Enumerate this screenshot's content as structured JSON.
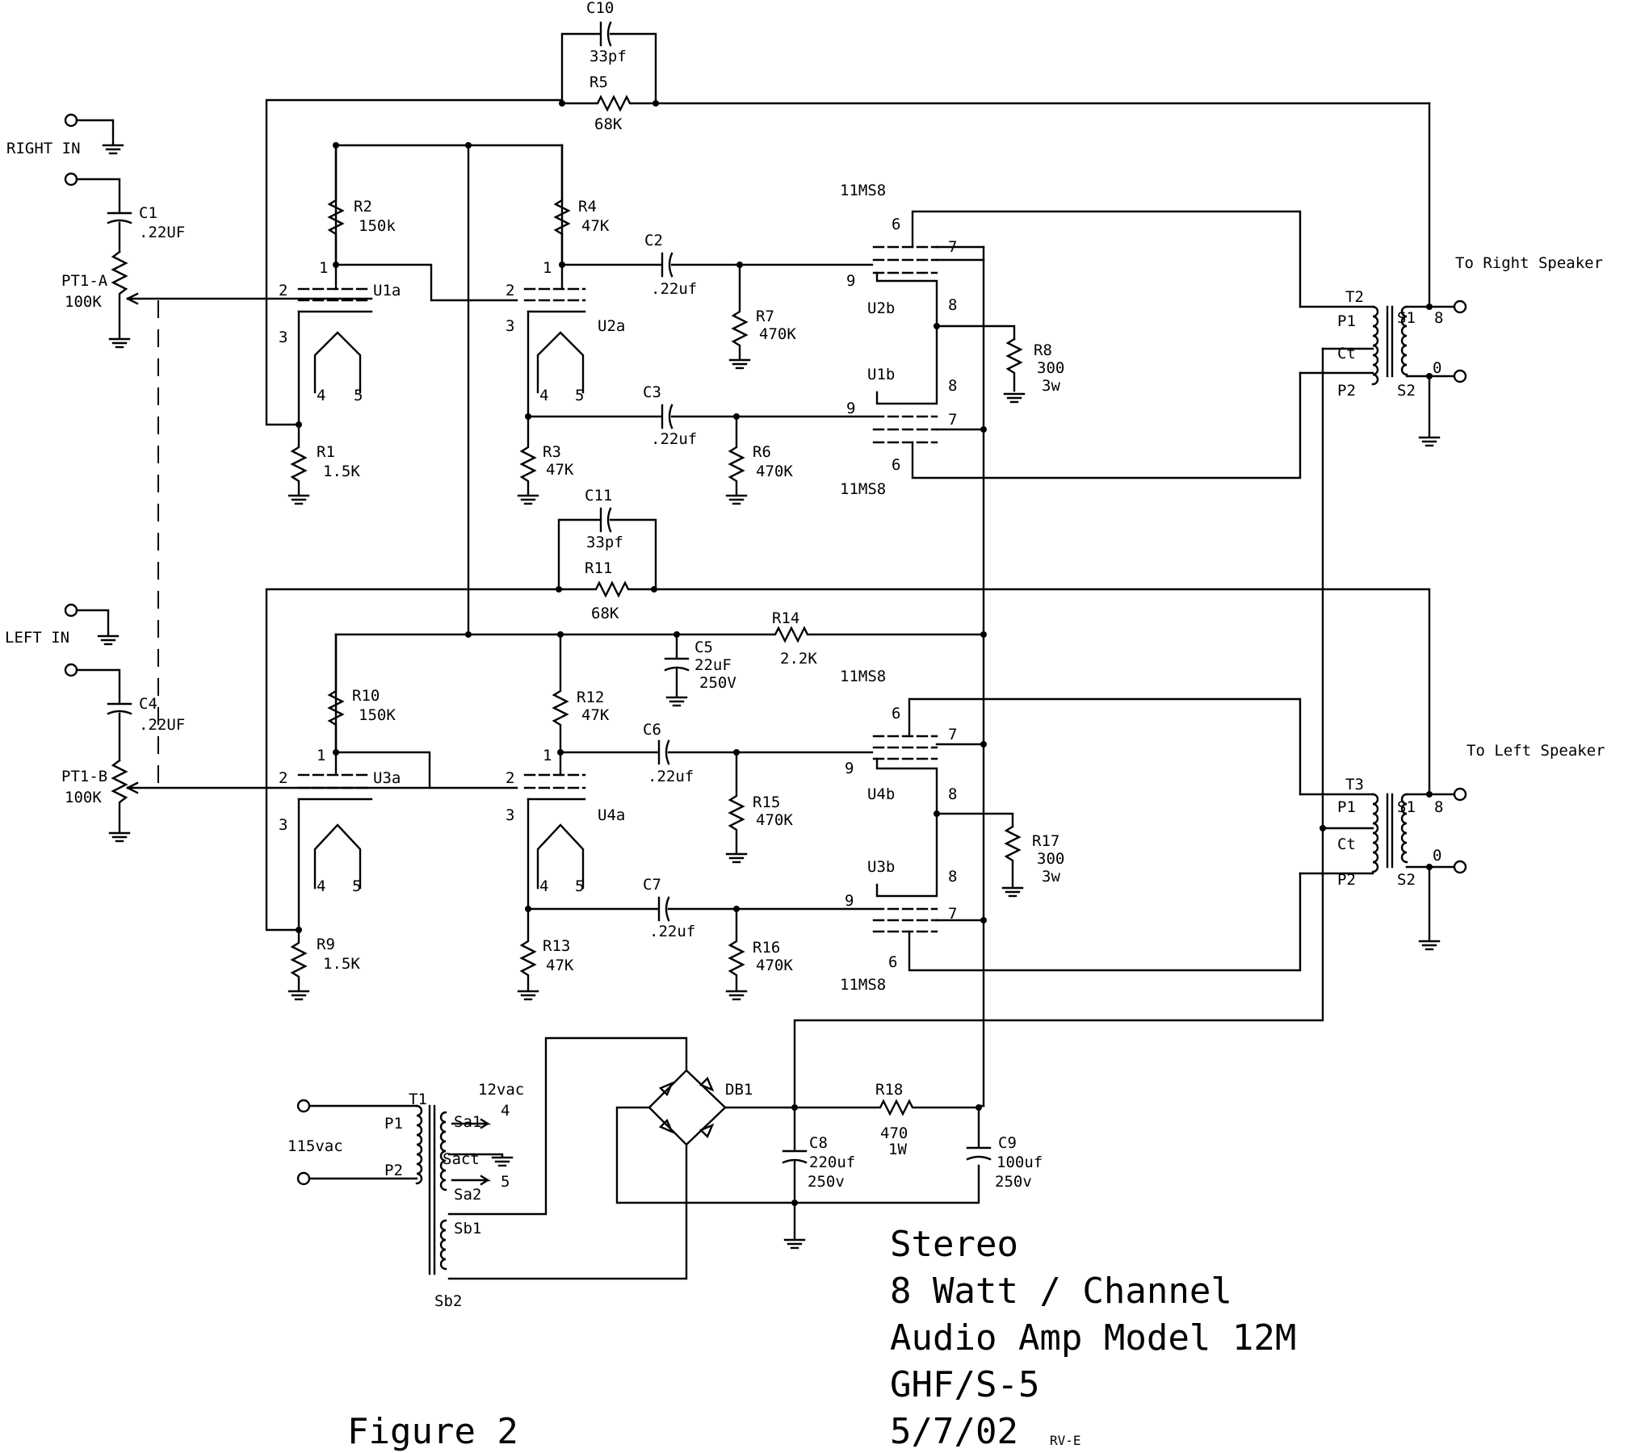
{
  "inputs": {
    "right_in": "RIGHT IN",
    "left_in": "LEFT IN",
    "mains": "115vac"
  },
  "outputs": {
    "right": "To Right Speaker",
    "left": "To Left Speaker"
  },
  "components": {
    "C1": [
      "C1",
      ".22UF"
    ],
    "C4": [
      "C4",
      ".22UF"
    ],
    "PT1A": [
      "PT1-A",
      "100K"
    ],
    "PT1B": [
      "PT1-B",
      "100K"
    ],
    "R1": [
      "R1",
      "1.5K"
    ],
    "R2": [
      "R2",
      "150k"
    ],
    "R3": [
      "R3",
      "47K"
    ],
    "R4": [
      "R4",
      "47K"
    ],
    "R5": [
      "R5",
      "68K"
    ],
    "C10": [
      "C10",
      "33pf"
    ],
    "C2": [
      "C2",
      ".22uf"
    ],
    "C3": [
      "C3",
      ".22uf"
    ],
    "R6": [
      "R6",
      "470K"
    ],
    "R7": [
      "R7",
      "470K"
    ],
    "R8": [
      "R8",
      "300",
      "3w"
    ],
    "R9": [
      "R9",
      "1.5K"
    ],
    "R10": [
      "R10",
      "150K"
    ],
    "R11": [
      "R11",
      "68K"
    ],
    "C11": [
      "C11",
      "33pf"
    ],
    "R12": [
      "R12",
      "47K"
    ],
    "R13": [
      "R13",
      "47K"
    ],
    "R14": [
      "R14",
      "2.2K"
    ],
    "C5": [
      "C5",
      "22uF",
      "250V"
    ],
    "C6": [
      "C6",
      ".22uf"
    ],
    "C7": [
      "C7",
      ".22uf"
    ],
    "R15": [
      "R15",
      "470K"
    ],
    "R16": [
      "R16",
      "470K"
    ],
    "R17": [
      "R17",
      "300",
      "3w"
    ],
    "R18": [
      "R18",
      "470",
      "1W"
    ],
    "C8": [
      "C8",
      "220uf",
      "250v"
    ],
    "C9": [
      "C9",
      "100uf",
      "250v"
    ],
    "DB1": [
      "DB1"
    ],
    "T1": [
      "T1"
    ],
    "T2": [
      "T2"
    ],
    "T3": [
      "T3"
    ]
  },
  "tubes": {
    "type": "11MS8",
    "U1a": "U1a",
    "U2a": "U2a",
    "U2b": "U2b",
    "U1b": "U1b",
    "U3a": "U3a",
    "U4a": "U4a",
    "U4b": "U4b",
    "U3b": "U3b"
  },
  "pins": {
    "p1": "1",
    "p2": "2",
    "p3": "3",
    "p4": "4",
    "p5": "5",
    "p6": "6",
    "p7": "7",
    "p8": "8",
    "p9": "9"
  },
  "transformer_taps": {
    "P1": "P1",
    "P2": "P2",
    "Ct": "Ct",
    "S1": "S1",
    "S2": "S2",
    "tap8": "8",
    "tap0": "0",
    "Sa1": "Sa1",
    "Sact": "Sact",
    "Sa2": "Sa2",
    "Sb1": "Sb1",
    "Sb2": "Sb2",
    "v12": "12vac",
    "n4": "4",
    "n5": "5"
  },
  "title_block": {
    "line1": "Stereo",
    "line2": "8 Watt / Channel",
    "line3": "Audio Amp Model 12M",
    "line4": "GHF/S-5",
    "line5": "5/7/02",
    "rev": "RV-E",
    "figure": "Figure 2"
  }
}
